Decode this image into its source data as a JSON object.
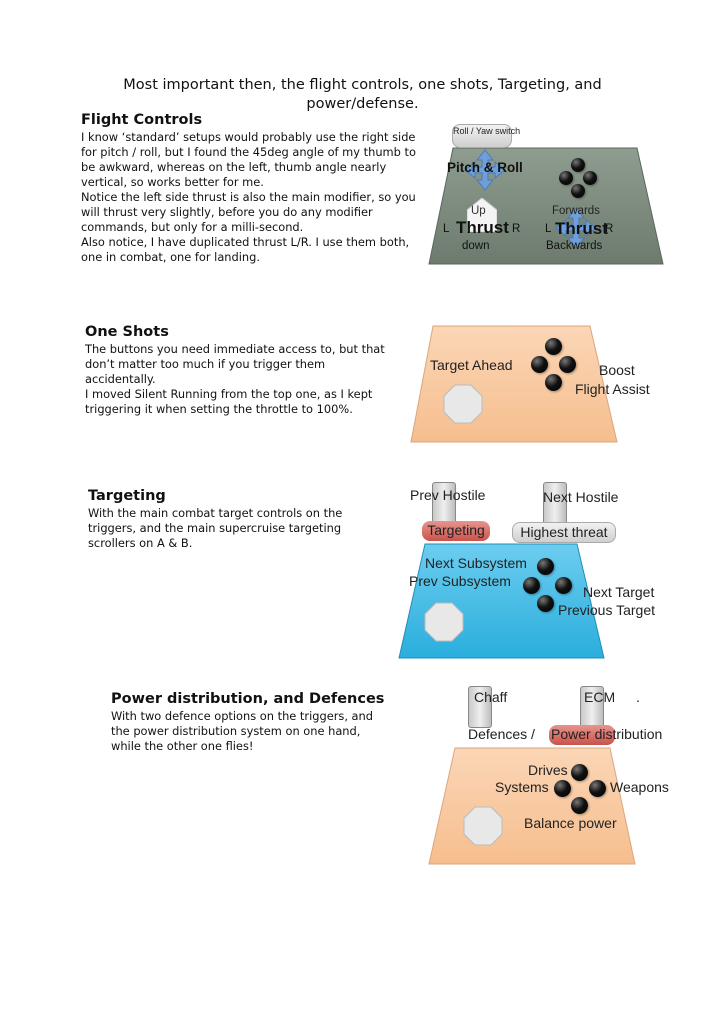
{
  "intro": "Most important then, the flight controls, one shots, Targeting, and power/defense.",
  "flight": {
    "title": "Flight Controls",
    "paragraphs": [
      "I know ‘standard’ setups would probably use the right side for pitch / roll, but I found the 45deg angle of my thumb to be awkward, whereas on the left, thumb angle nearly vertical, so works better for me.",
      "Notice the left side thrust is also the main modifier, so you will thrust very slightly, before you do any modifier commands, but only for a milli-second.",
      "Also notice, I have duplicated thrust L/R. I use them both, one in combat, one for landing."
    ],
    "diagram": {
      "switch": "Roll / Yaw switch",
      "pitch_roll": "Pitch & Roll",
      "up": "Up",
      "thrust_left": "Thrust",
      "down": "down",
      "l_left": "L",
      "r_left": "R",
      "forwards": "Forwards",
      "thrust_right": "Thrust",
      "backwards": "Backwards",
      "l_right": "L",
      "r_right": "R"
    }
  },
  "oneshots": {
    "title": "One Shots",
    "paragraphs": [
      "The buttons you need immediate access to, but that don’t matter too much if you trigger them accidentally.",
      "I moved Silent Running from the top one, as I kept triggering it when setting the throttle to 100%."
    ],
    "diagram": {
      "target_ahead": "Target Ahead",
      "boost": "Boost",
      "flight_assist": "Flight Assist"
    }
  },
  "targeting": {
    "title": "Targeting",
    "paragraphs": [
      "With the main combat target controls on the triggers, and the main supercruise targeting scrollers on A & B."
    ],
    "diagram": {
      "prev_hostile": "Prev Hostile",
      "next_hostile": "Next Hostile",
      "targeting": "Targeting",
      "highest_threat": "Highest threat",
      "next_subsystem": "Next Subsystem",
      "prev_subsystem": "Prev Subsystem",
      "next_target": "Next Target",
      "previous_target": "Previous Target"
    }
  },
  "power": {
    "title": "Power distribution, and Defences",
    "paragraphs": [
      "With two defence options on the triggers, and the power distribution system on one hand, while the other one flies!"
    ],
    "diagram": {
      "chaff": "Chaff",
      "ecm": "ECM",
      "ecm_dot": ".",
      "defences": "Defences /",
      "power_distribution": "Power distribution",
      "drives": "Drives",
      "systems": "Systems",
      "weapons": "Weapons",
      "balance_power": "Balance power"
    }
  },
  "colors": {
    "flight_panel": "#7d8c7e",
    "oneshots_panel": "#f8c9a0",
    "targeting_panel": "#39b6dd",
    "power_panel": "#f8c9a0",
    "highlight_red": "#d0605a",
    "arrow_blue": "#6f9fd9"
  }
}
